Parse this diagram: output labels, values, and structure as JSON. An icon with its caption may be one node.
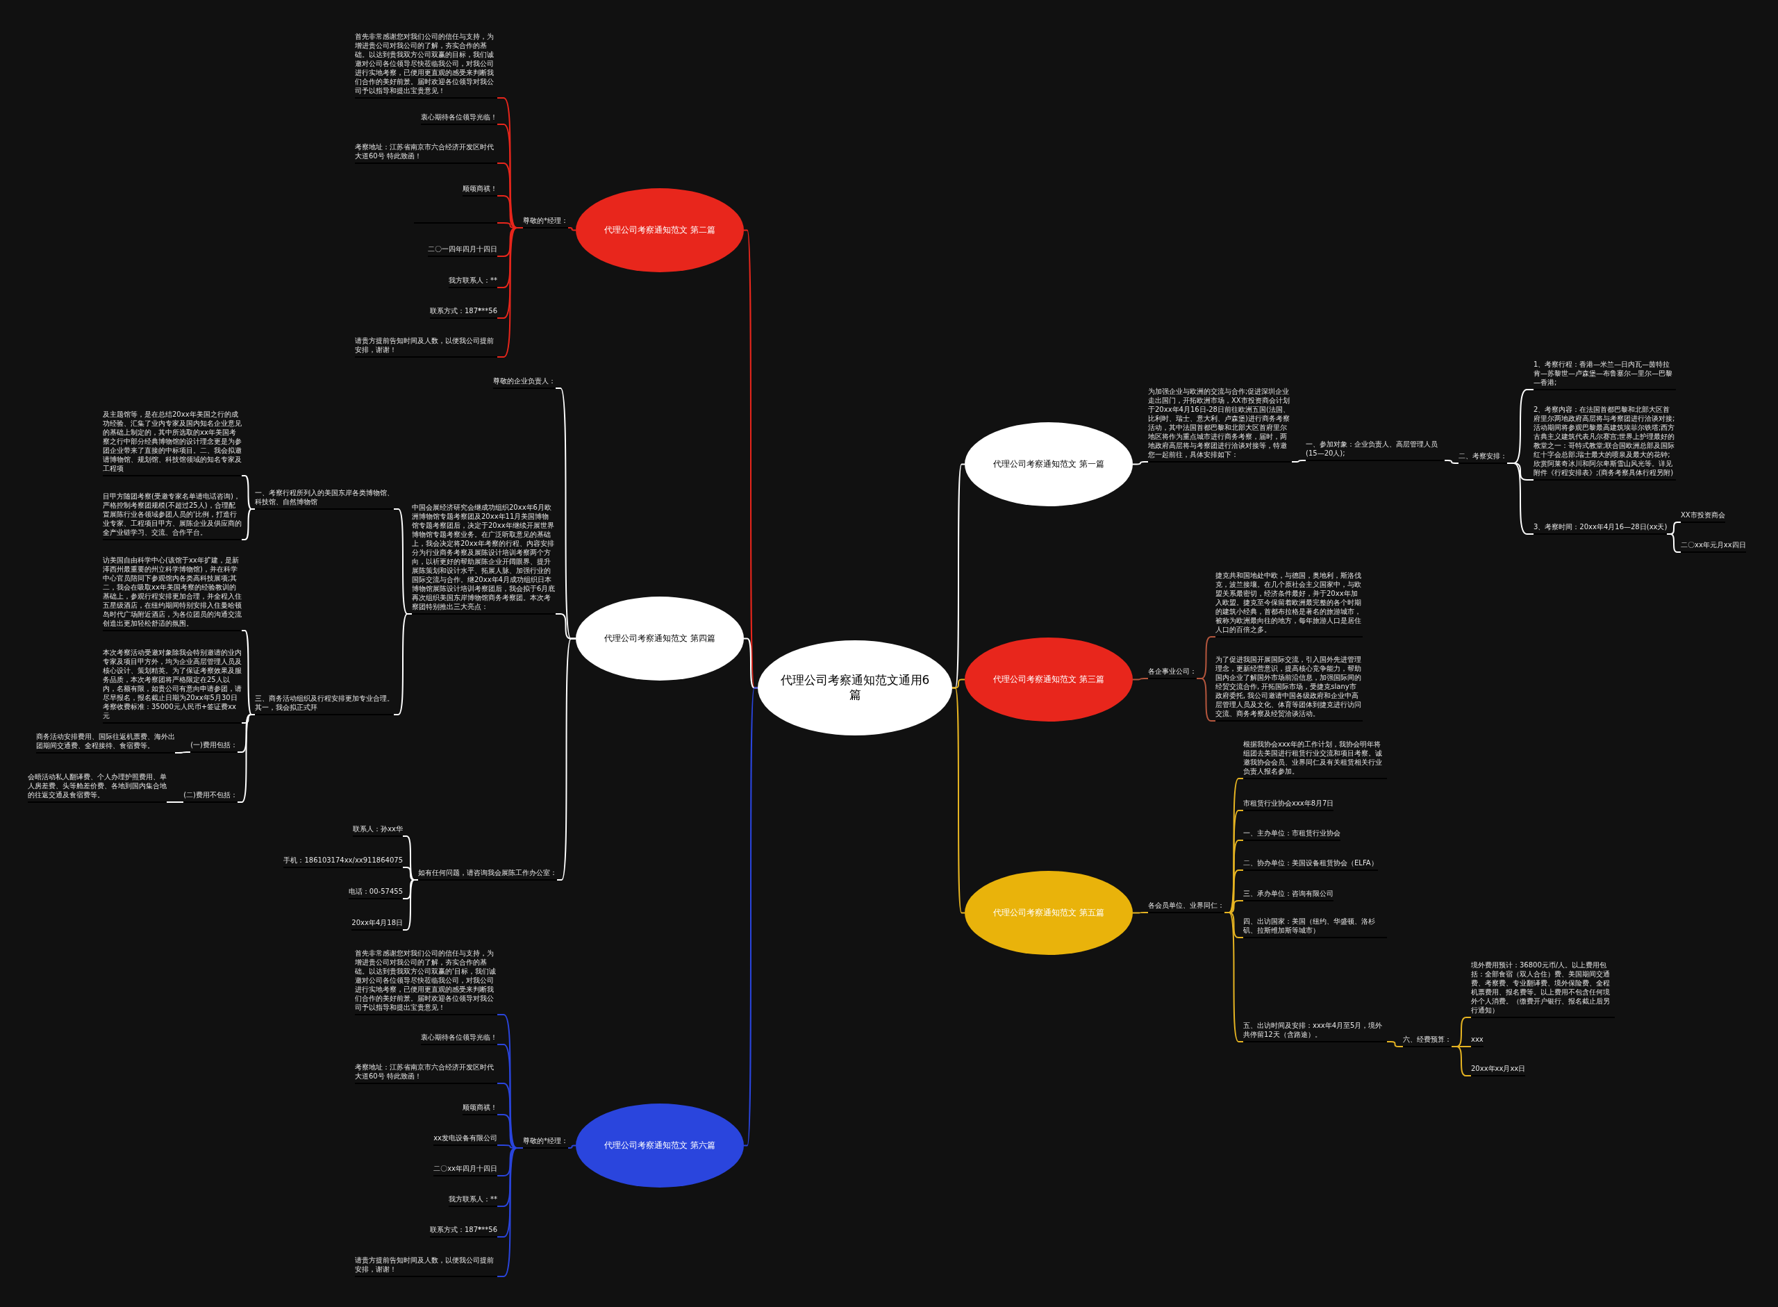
{
  "diagram": {
    "nodes": [
      {
        "text": [
          "代理公司考察通知范文通用6篇"
        ]
      },
      {
        "text": [
          "代理公司考察通知范文 第二篇"
        ]
      },
      {
        "text": [
          "代理公司考察通知范文 第四篇"
        ]
      },
      {
        "text": [
          "代理公司考察通知范文 第六篇"
        ]
      },
      {
        "text": [
          "代理公司考察通知范文 第一篇"
        ]
      },
      {
        "text": [
          "代理公司考察通知范文 第三篇"
        ]
      },
      {
        "text": [
          "代理公司考察通知范文 第五篇"
        ]
      },
      {
        "text": [
          "尊敬的*经理："
        ]
      },
      {
        "text": [
          "首先非常感谢您对我们公司的信任与支持，为增进贵公司对我公司的了解，夯实合作的基础。以达到贵我双方公司双赢的目标，我们诚邀对公司各位领导尽快莅临我公司，对我公司进行实地考察，已便用更直观的感受来判断我们合作的美好前景。届时欢迎各位领导对我公司予以指导和提出宝贵意见！"
        ]
      },
      {
        "text": [
          "衷心期待各位领导光临！"
        ]
      },
      {
        "text": [
          "考察地址：江苏省南京市六合经济开发区时代大道60号 特此致函！"
        ]
      },
      {
        "text": [
          "顺颂商祺！"
        ]
      },
      {
        "text": [],
        "shape": "box"
      },
      {
        "text": [
          "二〇一四年四月十四日"
        ]
      },
      {
        "text": [
          "我方联系人：**"
        ]
      },
      {
        "text": [
          "联系方式：187*******56"
        ]
      },
      {
        "text": [
          "请贵方提前告知时间及人数，以便我公司提前安排，谢谢！"
        ]
      },
      {
        "text": [
          "尊敬的企业负责人："
        ]
      },
      {
        "text": [
          "中国会展经济研究会继成功组织20xx年6月欧洲博物馆专题考察团及20xx年11月美国博物馆专题考察团后，决定于20xx年继续开展世界博物馆专题考察业务。在广泛听取意见的基础上，我会决定将20xx年考察的行程、内容安排分为行业商务考察及展陈设计培训考察两个方向，以祈更好的帮助展陈企业开阔眼界、提升展陈策划和设计水平、拓展人脉、加强行业的国际交流与合作。继20xx年4月成功组织日本博物馆展陈设计培训考察团后，我会拟于6月底再次组织美国东岸博物馆商务考察团。本次考察团特别推出三大亮点："
        ]
      },
      {
        "text": [
          "一、考察行程所列入的美国东岸各类博物馆、科技馆、自然博物馆"
        ]
      },
      {
        "text": [
          "三、商务活动组织及行程安排更加专业合理。其一，我会拟正式拜"
        ]
      },
      {
        "text": [
          "及主题馆等，是在总结20xx年美国之行的成功经验、汇集了业内专家及国内知名企业意见的基础上制定的，其中所选取的xx年美国考察之行中部分经典博物馆的设计理念更是为参团企业带来了直接的中标项目。二、我会拟邀请博物馆、规划馆、科技馆领域的知名专家及工程项"
        ]
      },
      {
        "text": [
          "目甲方随团考察(受邀专家名单请电话咨询)，严格控制考察团规模(不超过25人)，合理配置展陈行业各领域参团人员的'比例，打造行业专家、工程项目甲方、展陈企业及供应商的全产业链学习、交流、合作平台。"
        ]
      },
      {
        "text": [
          "访美国自由科学中心(该馆于xx年扩建，是新泽西州最重要的州立科学博物馆)，并在科学中心官员陪同下参观馆内各类高科技展项;其二，我会在吸取xx年美国考察的经验教训的基础上，参观行程安排更加合理，并全程入住五星级酒店，在纽约期间特别安排入住曼哈顿岛时代广场附近酒店，为各位团员的沟通交流创造出更加轻松舒适的氛围。"
        ]
      },
      {
        "text": [
          "本次考察活动受邀对象除我会特别邀请的业内专家及项目甲方外，均为企业高层管理人员及核心设计、策划精英。为了保证考察效果及服务品质，本次考察团将严格限定在25人以内，名额有限，如贵公司有意向申请参团，请尽早报名，报名截止日期为20xx年5月30日考察收费标准：35000元人民币+签证费xx元"
        ]
      },
      {
        "text": [
          "(一)费用包括："
        ]
      },
      {
        "text": [
          "商务活动安排费用、国际往返机票费、海外出团期间交通费、全程接待、食宿费等。"
        ]
      },
      {
        "text": [
          "(二)费用不包括："
        ]
      },
      {
        "text": [
          "会晤活动私人翻译费、个人办理护照费用、单人房差费、头等舱差价费、各地到国内集合地的往返交通及食宿费等。"
        ]
      },
      {
        "text": [
          "如有任何问题，请咨询我会展陈工作办公室："
        ]
      },
      {
        "text": [
          "联系人：孙xx华"
        ]
      },
      {
        "text": [
          "手机：186103174xx/xx911864075"
        ]
      },
      {
        "text": [
          "电话：00-57455"
        ]
      },
      {
        "text": [
          "20xx年4月18日"
        ]
      },
      {
        "text": [
          "尊敬的*经理："
        ]
      },
      {
        "text": [
          "首先非常感谢您对我们公司的信任与支持，为增进贵公司对我公司的了解，夯实合作的基础。以达到贵我双方公司双赢的'目标，我们诚邀对公司各位领导尽快莅临我公司，对我公司进行实地考察，已便用更直观的感受来判断我们合作的美好前景。届时欢迎各位领导对我公司予以指导和提出宝贵意见！"
        ]
      },
      {
        "text": [
          "衷心期待各位领导光临！"
        ]
      },
      {
        "text": [
          "考察地址：江苏省南京市六合经济开发区时代大道60号 特此致函！"
        ]
      },
      {
        "text": [
          "顺颂商祺！"
        ]
      },
      {
        "text": [
          "xx发电设备有限公司"
        ]
      },
      {
        "text": [
          "二〇xx年四月十四日"
        ]
      },
      {
        "text": [
          "我方联系人：**"
        ]
      },
      {
        "text": [
          "联系方式：187*******56"
        ]
      },
      {
        "text": [
          "请贵方提前告知时间及人数，以便我公司提前安排，谢谢！"
        ]
      },
      {
        "text": [
          "为加强企业与欧洲的交流与合作;促进深圳企业走出国门，开拓欧洲市场，XX市投资商会计划于20xx年4月16日-28日前往欧洲五国(法国、比利时、瑞士、意大利、卢森堡)进行商务考察活动，其中法国首都巴黎和北部大区首府里尔地区将作为重点城市进行商务考察，届时，两地政府高层将与考察团进行洽谈对接等，特邀您一起前往，具体安排如下："
        ]
      },
      {
        "text": [
          "一、参加对象：企业负责人、高层管理人员(15—20人);"
        ]
      },
      {
        "text": [
          "二、考察安排："
        ]
      },
      {
        "text": [
          "1、考察行程：香港—米兰—日内瓦—茵特拉肯—苏黎世—卢森堡—布鲁塞尔—里尔—巴黎—香港;"
        ]
      },
      {
        "text": [
          "2、考察内容：在法国首都巴黎和北部大区首府里尔两地政府高层将与考察团进行洽谈对接;活动期间将参观巴黎最高建筑埃菲尔铁塔;西方古典主义建筑代表凡尔赛宫;世界上护理最好的教堂之一：哥特式教堂;联合国欧洲总部及国际红十字会总部;瑞士最大的喷泉及最大的花钟;欣赏阿莱奇冰川和阿尔卑斯雪山风光等。详见附件《行程安排表》;(商务考察具体行程另附)"
        ]
      },
      {
        "text": [
          "3、考察时间：20xx年4月16—28日(xx天)"
        ]
      },
      {
        "text": [
          "XX市投资商会"
        ]
      },
      {
        "text": [
          "二〇xx年元月xx四日"
        ]
      },
      {
        "text": [
          "各企事业公司："
        ]
      },
      {
        "text": [
          "捷克共和国地处中欧，与德国，奥地利，斯洛伐克，波兰接壤。在几个原社会主义国家中，与欧盟关系最密切，经济条件最好，并于20xx年加入欧盟。捷克至今保留着欧洲最完整的各个时期的建筑小经典，首都布拉格是著名的旅游城市，被称为欧洲最向往的地方，每年旅游人口是居住人口的百倍之多。"
        ]
      },
      {
        "text": [
          "为了促进我国开展国际交流，引入国外先进管理理念，更新经营意识，提高核心竞争能力，帮助国内企业了解国外市场前沿信息，加强国际间的经贸交流合作, 开拓国际市场，受捷克slany市政府委托, 我公司邀请中国各级政府和企业中高层管理人员及文化、体育等团体到捷克进行访问交流、商务考察及经贸洽谈活动。"
        ]
      },
      {
        "text": [
          "各会员单位、业界同仁："
        ]
      },
      {
        "text": [
          "根据我协会xxx年的工作计划，我协会明年将组团去美国进行租赁行业交流和项目考察。诚邀我协会会员、业界同仁及有关租赁相关行业负责人报名参加。"
        ]
      },
      {
        "text": [
          "市租赁行业协会xxx年8月7日"
        ]
      },
      {
        "text": [
          "一、主办单位：市租赁行业协会"
        ]
      },
      {
        "text": [
          "二、协办单位：美国设备租赁协会（ELFA）"
        ]
      },
      {
        "text": [
          "三、承办单位：咨询有限公司"
        ]
      },
      {
        "text": [
          "四、出访国家：美国（纽约、华盛顿、洛杉矶、拉斯维加斯等城市）"
        ]
      },
      {
        "text": [
          "五、出访时间及安排：xxx年4月至5月，境外共停留12天（含路途）。"
        ]
      },
      {
        "text": [
          "六、经费预算："
        ]
      },
      {
        "text": [
          "境外费用预计：36800元币/人。以上费用包括：全部食宿（双人合住）费、美国期间交通费、考察费、专业翻译费、境外保险费、全程机票费用、报名费等。以上费用不包含任何境外个人消费。（缴费开户银行、报名截止后另行通知）"
        ]
      },
      {
        "text": [
          "xxx"
        ]
      },
      {
        "text": [
          "20xx年xx月xx日"
        ]
      }
    ],
    "edges": [
      {
        "from": 0,
        "to": 1,
        "arrow": "none",
        "color": "#e8261c"
      },
      {
        "from": 0,
        "to": 2,
        "arrow": "none"
      },
      {
        "from": 0,
        "to": 3,
        "arrow": "none",
        "color": "#2a45dd"
      },
      {
        "from": 0,
        "to": 4,
        "arrow": "none"
      },
      {
        "from": 0,
        "to": 5,
        "arrow": "none",
        "color": "#e6b422"
      },
      {
        "from": 0,
        "to": 6,
        "arrow": "none",
        "color": "#e6b422"
      },
      {
        "from": 1,
        "to": 7,
        "arrow": "none",
        "color": "#e8261c"
      },
      {
        "from": 7,
        "to": 8,
        "arrow": "none",
        "color": "#e8261c"
      },
      {
        "from": 7,
        "to": 9,
        "arrow": "none",
        "color": "#e8261c"
      },
      {
        "from": 7,
        "to": 10,
        "arrow": "none",
        "color": "#e8261c"
      },
      {
        "from": 7,
        "to": 11,
        "arrow": "none",
        "color": "#e8261c"
      },
      {
        "from": 7,
        "to": 12,
        "arrow": "none",
        "color": "#e8261c"
      },
      {
        "from": 7,
        "to": 13,
        "arrow": "none",
        "color": "#e8261c"
      },
      {
        "from": 7,
        "to": 14,
        "arrow": "none",
        "color": "#e8261c"
      },
      {
        "from": 7,
        "to": 15,
        "arrow": "none",
        "color": "#e8261c"
      },
      {
        "from": 7,
        "to": 16,
        "arrow": "none",
        "color": "#e8261c"
      },
      {
        "from": 2,
        "to": 17,
        "arrow": "none"
      },
      {
        "from": 2,
        "to": 18,
        "arrow": "none"
      },
      {
        "from": 2,
        "to": 29,
        "arrow": "none"
      },
      {
        "from": 18,
        "to": 19,
        "arrow": "none"
      },
      {
        "from": 18,
        "to": 20,
        "arrow": "none"
      },
      {
        "from": 19,
        "to": 21,
        "arrow": "none"
      },
      {
        "from": 19,
        "to": 22,
        "arrow": "none"
      },
      {
        "from": 20,
        "to": 23,
        "arrow": "none"
      },
      {
        "from": 20,
        "to": 24,
        "arrow": "none"
      },
      {
        "from": 20,
        "to": 25,
        "arrow": "none"
      },
      {
        "from": 20,
        "to": 27,
        "arrow": "none"
      },
      {
        "from": 25,
        "to": 26,
        "arrow": "none"
      },
      {
        "from": 27,
        "to": 28,
        "arrow": "none"
      },
      {
        "from": 29,
        "to": 30,
        "arrow": "none"
      },
      {
        "from": 29,
        "to": 31,
        "arrow": "none"
      },
      {
        "from": 29,
        "to": 32,
        "arrow": "none"
      },
      {
        "from": 29,
        "to": 33,
        "arrow": "none"
      },
      {
        "from": 3,
        "to": 34,
        "arrow": "none",
        "color": "#2a45dd"
      },
      {
        "from": 34,
        "to": 35,
        "arrow": "none",
        "color": "#2a45dd"
      },
      {
        "from": 34,
        "to": 36,
        "arrow": "none",
        "color": "#2a45dd"
      },
      {
        "from": 34,
        "to": 37,
        "arrow": "none",
        "color": "#2a45dd"
      },
      {
        "from": 34,
        "to": 38,
        "arrow": "none",
        "color": "#2a45dd"
      },
      {
        "from": 34,
        "to": 39,
        "arrow": "none",
        "color": "#2a45dd"
      },
      {
        "from": 34,
        "to": 40,
        "arrow": "none",
        "color": "#2a45dd"
      },
      {
        "from": 34,
        "to": 41,
        "arrow": "none",
        "color": "#2a45dd"
      },
      {
        "from": 34,
        "to": 42,
        "arrow": "none",
        "color": "#2a45dd"
      },
      {
        "from": 34,
        "to": 43,
        "arrow": "none",
        "color": "#2a45dd"
      },
      {
        "from": 4,
        "to": 44,
        "arrow": "none"
      },
      {
        "from": 44,
        "to": 45,
        "arrow": "none"
      },
      {
        "from": 45,
        "to": 46,
        "arrow": "none"
      },
      {
        "from": 46,
        "to": 47,
        "arrow": "none"
      },
      {
        "from": 46,
        "to": 48,
        "arrow": "none"
      },
      {
        "from": 46,
        "to": 49,
        "arrow": "none"
      },
      {
        "from": 49,
        "to": 50,
        "arrow": "none"
      },
      {
        "from": 49,
        "to": 51,
        "arrow": "none"
      },
      {
        "from": 5,
        "to": 52,
        "arrow": "none",
        "color": "#b5563d"
      },
      {
        "from": 52,
        "to": 53,
        "arrow": "none",
        "color": "#b5563d"
      },
      {
        "from": 52,
        "to": 54,
        "arrow": "none",
        "color": "#b5563d"
      },
      {
        "from": 6,
        "to": 55,
        "arrow": "none",
        "color": "#e6b422"
      },
      {
        "from": 55,
        "to": 56,
        "arrow": "none",
        "color": "#e6b422"
      },
      {
        "from": 55,
        "to": 57,
        "arrow": "none",
        "color": "#e6b422"
      },
      {
        "from": 55,
        "to": 58,
        "arrow": "none",
        "color": "#e6b422"
      },
      {
        "from": 55,
        "to": 59,
        "arrow": "none",
        "color": "#e6b422"
      },
      {
        "from": 55,
        "to": 60,
        "arrow": "none",
        "color": "#e6b422"
      },
      {
        "from": 55,
        "to": 61,
        "arrow": "none",
        "color": "#e6b422"
      },
      {
        "from": 55,
        "to": 62,
        "arrow": "none",
        "color": "#e6b422"
      },
      {
        "from": 62,
        "to": 63,
        "arrow": "none",
        "color": "#e6b422"
      },
      {
        "from": 63,
        "to": 64,
        "arrow": "none",
        "color": "#e6b422"
      },
      {
        "from": 63,
        "to": 65,
        "arrow": "none",
        "color": "#e6b422"
      },
      {
        "from": 63,
        "to": 66,
        "arrow": "none",
        "color": "#e6b422"
      }
    ]
  }
}
